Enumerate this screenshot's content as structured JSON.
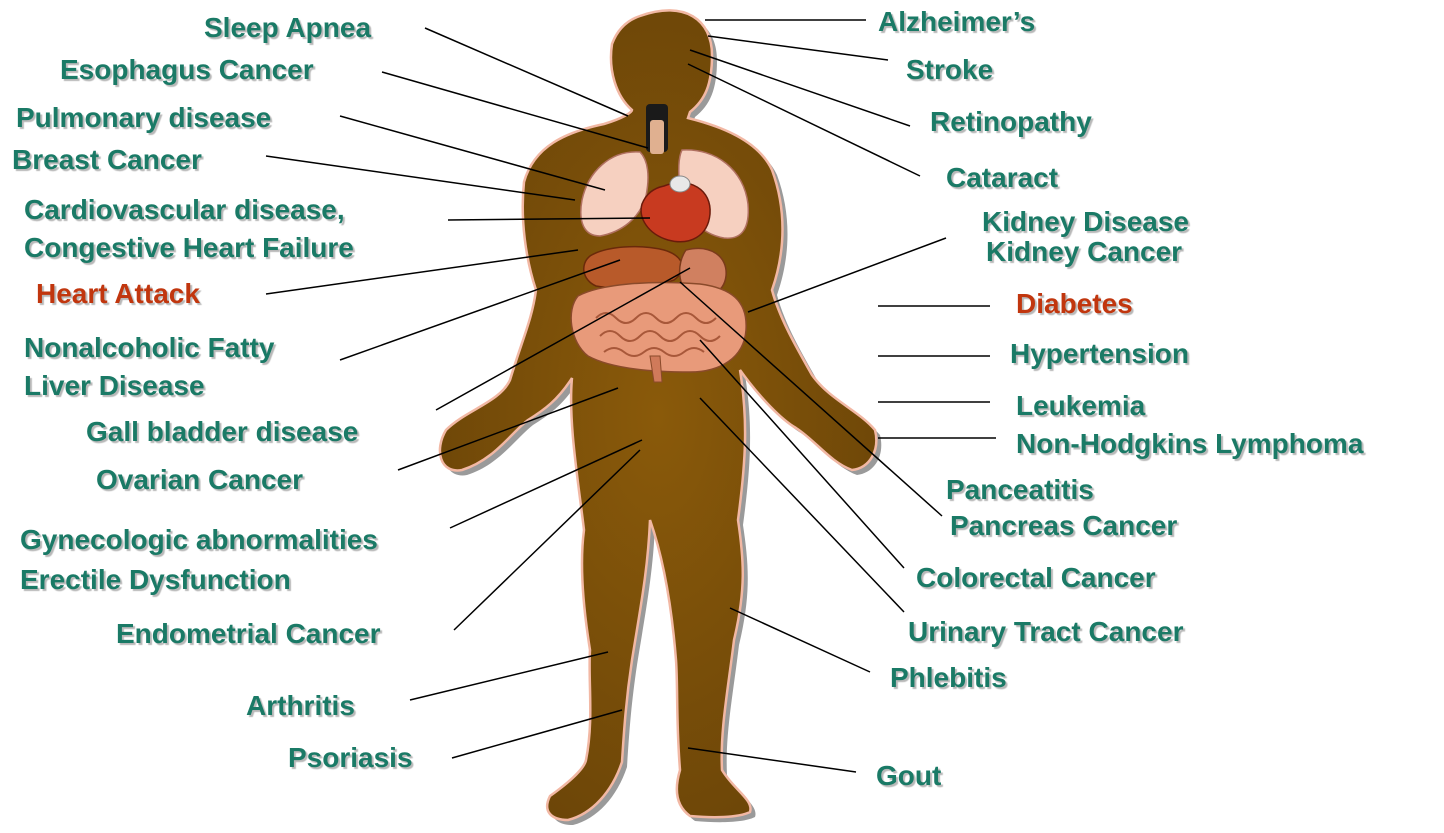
{
  "colors": {
    "label": "#1a7a66",
    "highlight": "#c1360e",
    "body": "#7a4f0a",
    "body_outline": "#f2b8a4",
    "leader_line": "#000000"
  },
  "labels": {
    "sleep_apnea": "Sleep Apnea",
    "esophagus_cancer": "Esophagus Cancer",
    "pulmonary_disease": "Pulmonary disease",
    "breast_cancer": "Breast Cancer",
    "cardiovascular_disease": "Cardiovascular disease,",
    "congestive_heart_failure": "Congestive Heart Failure",
    "heart_attack": "Heart Attack",
    "nafld_line1": "Nonalcoholic Fatty",
    "nafld_line2": "Liver Disease",
    "gall_bladder": "Gall bladder disease",
    "ovarian_cancer": "Ovarian Cancer",
    "gynecologic": "Gynecologic abnormalities",
    "erectile": "Erectile Dysfunction",
    "endometrial": "Endometrial Cancer",
    "arthritis": "Arthritis",
    "psoriasis": "Psoriasis",
    "alzheimers": "Alzheimer’s",
    "stroke": "Stroke",
    "retinopathy": "Retinopathy",
    "cataract": "Cataract",
    "kidney_disease": "Kidney Disease",
    "kidney_cancer": "Kidney Cancer",
    "diabetes": "Diabetes",
    "hypertension": "Hypertension",
    "leukemia": "Leukemia",
    "nhl": "Non-Hodgkins Lymphoma",
    "pancreatitis": "Panceatitis",
    "pancreas_cancer": "Pancreas Cancer",
    "colorectal": "Colorectal Cancer",
    "urinary": "Urinary Tract Cancer",
    "phlebitis": "Phlebitis",
    "gout": "Gout"
  }
}
